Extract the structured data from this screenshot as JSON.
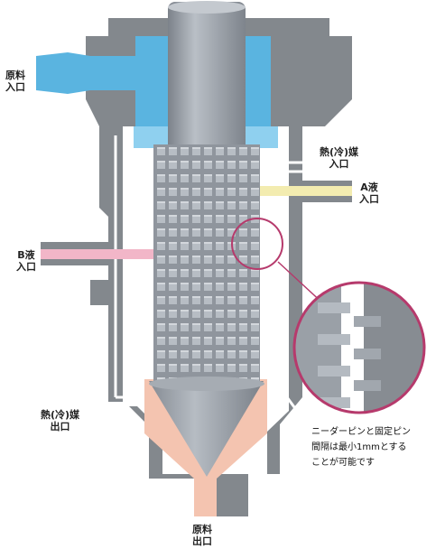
{
  "labels": {
    "material_inlet": [
      "原料",
      "入口"
    ],
    "heat_medium_inlet": [
      "熱(冷)媒",
      "入口"
    ],
    "liquid_a_inlet": [
      "A液",
      "入口"
    ],
    "liquid_b_inlet": [
      "B液",
      "入口"
    ],
    "heat_medium_outlet": [
      "熱(冷)媒",
      "出口"
    ],
    "material_outlet": [
      "原料",
      "出口"
    ]
  },
  "note": [
    "ニーダーピンと固定ピン",
    "間隔は最小1mmとする",
    "ことが可能です"
  ],
  "colors": {
    "raw_material_blue": "#5ab4e0",
    "outlet_pink": "#f4c4b0",
    "liquid_a_yellow": "#f3ecb0",
    "liquid_b_pink": "#f2b6c8",
    "housing_gray": "#8a8e93",
    "rotor_gray": "#9da3ab",
    "callout_magenta": "#b63a6c"
  },
  "icons": [
    "kneader-rotor",
    "pin-gap-magnifier"
  ]
}
